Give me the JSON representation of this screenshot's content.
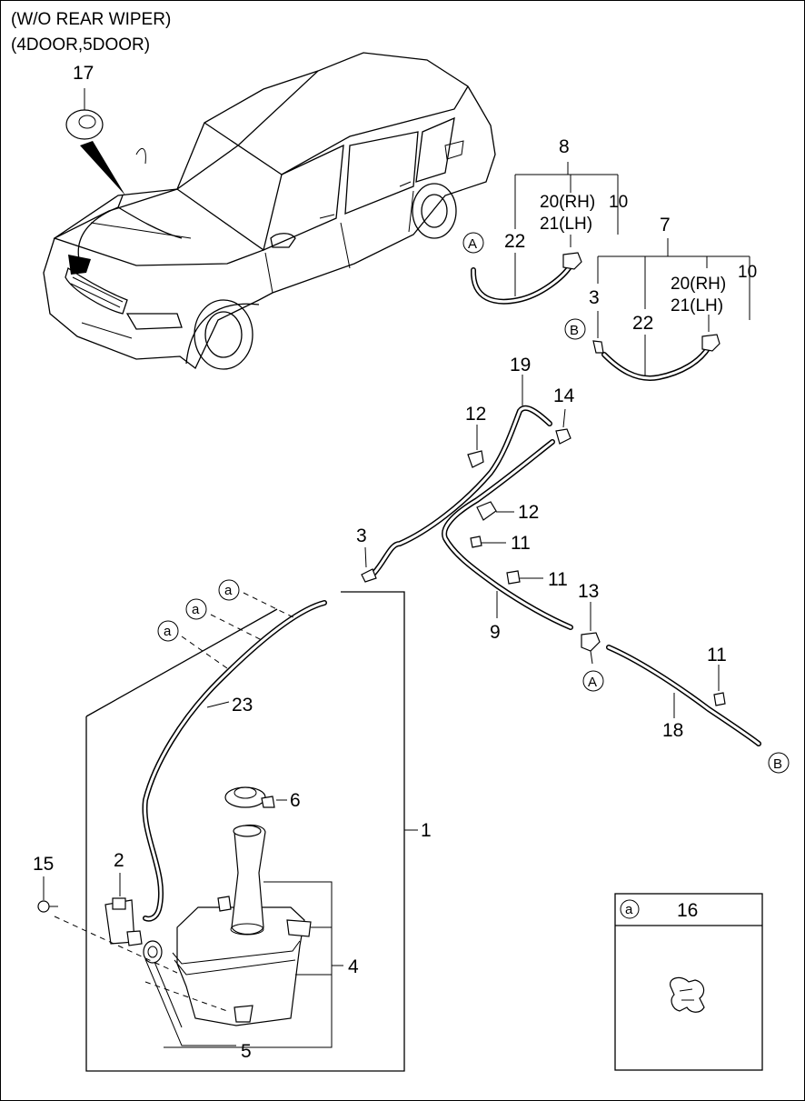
{
  "heading": {
    "line1": "(W/O REAR WIPER)",
    "line2": "(4DOOR,5DOOR)"
  },
  "callouts": {
    "p1": "1",
    "p2": "2",
    "p3a": "3",
    "p3b": "3",
    "p4": "4",
    "p5": "5",
    "p6": "6",
    "p7": "7",
    "p8": "8",
    "p9": "9",
    "p10a": "10",
    "p10b": "10",
    "p11a": "11",
    "p11b": "11",
    "p11c": "11",
    "p12a": "12",
    "p12b": "12",
    "p13": "13",
    "p14": "14",
    "p15": "15",
    "p17": "17",
    "p18": "18",
    "p19": "19",
    "p22a": "22",
    "p22b": "22",
    "p23": "23",
    "p20a": "20(RH)",
    "p21a": "21(LH)",
    "p20b": "20(RH)",
    "p21b": "21(LH)"
  },
  "connectors": {
    "A1": "A",
    "A2": "A",
    "B1": "B",
    "B2": "B",
    "a1": "a",
    "a2": "a",
    "a3": "a",
    "a4": "a"
  },
  "legend_box": {
    "key": "a",
    "part_number": "16"
  }
}
